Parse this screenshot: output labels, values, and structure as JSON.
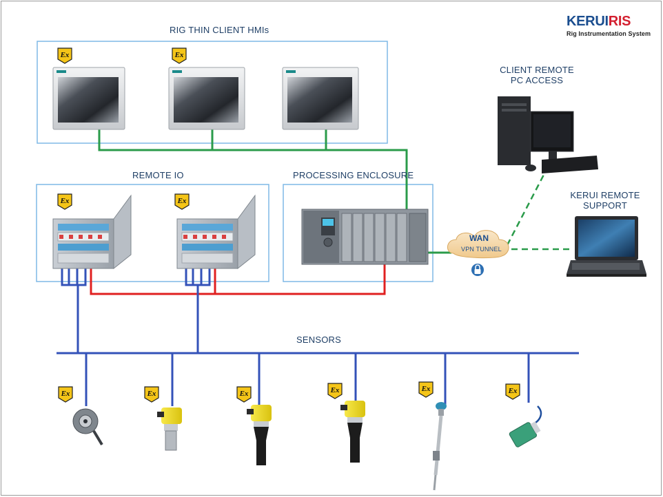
{
  "brand": {
    "name": "KERUI",
    "name_accent": "RIS",
    "subtitle": "Rig Instrumentation System"
  },
  "sections": {
    "hmis": "RIG THIN CLIENT HMIs",
    "remote_io": "REMOTE IO",
    "processing": "PROCESSING ENCLOSURE",
    "client_remote_line1": "CLIENT REMOTE",
    "client_remote_line2": "PC ACCESS",
    "support_line1": "KERUI REMOTE",
    "support_line2": "SUPPORT",
    "sensors": "SENSORS"
  },
  "network": {
    "wan": "WAN",
    "vpn": "VPN TUNNEL"
  },
  "ex_mark": "Ex",
  "icons": {
    "hmi": "hmi-touch-panel-icon",
    "remote_io": "remote-io-cabinet-icon",
    "plc": "plc-rack-icon",
    "pc": "desktop-pc-icon",
    "laptop": "laptop-icon",
    "encoder": "rotary-encoder-icon",
    "level_sensor": "level-sensor-icon",
    "temperature_probe": "temperature-probe-icon",
    "proximity_sensor": "proximity-sensor-icon",
    "cloud": "cloud-icon",
    "lock": "lock-icon",
    "ex_badge": "atex-ex-icon"
  },
  "colors": {
    "green_link": "#2a9b4a",
    "red_link": "#e02020",
    "blue_link": "#3352b8",
    "box_border": "#7fb8e6",
    "ex_yellow": "#f5c518",
    "sensor_yellow": "#f1de1e",
    "heading": "#1f3f66"
  }
}
